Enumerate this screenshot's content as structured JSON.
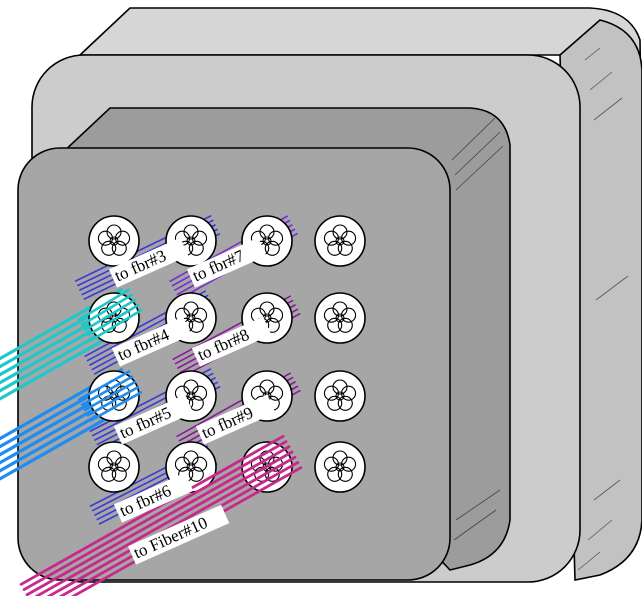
{
  "colors": {
    "outer_box": "#cccccc",
    "inner_box": "#a6a6a6",
    "connector": "#ffffff",
    "cyan": "#1ec8c8",
    "blue": "#1e8cf0",
    "indigo": "#3a3ad8",
    "violet": "#7a30d0",
    "purple": "#8a1a9a",
    "magenta": "#c8288c"
  },
  "connector_grid": {
    "rows": 4,
    "cols": 4
  },
  "labels": [
    {
      "id": "fbr3",
      "text": "to fbr#3"
    },
    {
      "id": "fbr7",
      "text": "to fbr#7"
    },
    {
      "id": "fbr4",
      "text": "to fbr#4"
    },
    {
      "id": "fbr8",
      "text": "to fbr#8"
    },
    {
      "id": "fbr5",
      "text": "to fbr#5"
    },
    {
      "id": "fbr9",
      "text": "to fbr#9"
    },
    {
      "id": "fbr6",
      "text": "to fbr#6"
    },
    {
      "id": "fiber10",
      "text": "to Fiber#10"
    }
  ]
}
